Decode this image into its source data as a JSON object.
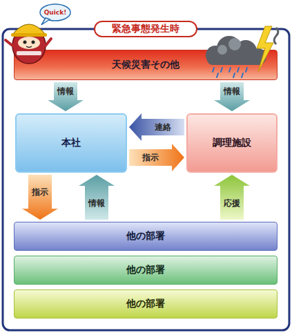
{
  "diagram": {
    "title": "緊急事態発生時",
    "nodes": [
      {
        "text": [
          "天候災害その他"
        ]
      },
      {
        "text": [
          "本社"
        ]
      },
      {
        "text": [
          "調理施設"
        ]
      },
      {
        "text": [
          "他の部署"
        ]
      },
      {
        "text": [
          "他の部署"
        ]
      },
      {
        "text": [
          "他の部署"
        ]
      }
    ],
    "edges": [
      {
        "from": 0,
        "to": 1,
        "label": "情報",
        "arrow": "to"
      },
      {
        "from": 0,
        "to": 2,
        "label": "情報",
        "arrow": "to"
      },
      {
        "from": 2,
        "to": 1,
        "label": "連絡",
        "arrow": "to"
      },
      {
        "from": 1,
        "to": 2,
        "label": "指示",
        "arrow": "to"
      },
      {
        "from": 1,
        "to": 3,
        "label": "指示",
        "arrow": "to"
      },
      {
        "from": 3,
        "to": 1,
        "label": "情報",
        "arrow": "to"
      },
      {
        "from": 3,
        "to": 2,
        "label": "応援",
        "arrow": "to"
      }
    ],
    "labels": [
      "Quick!"
    ]
  }
}
